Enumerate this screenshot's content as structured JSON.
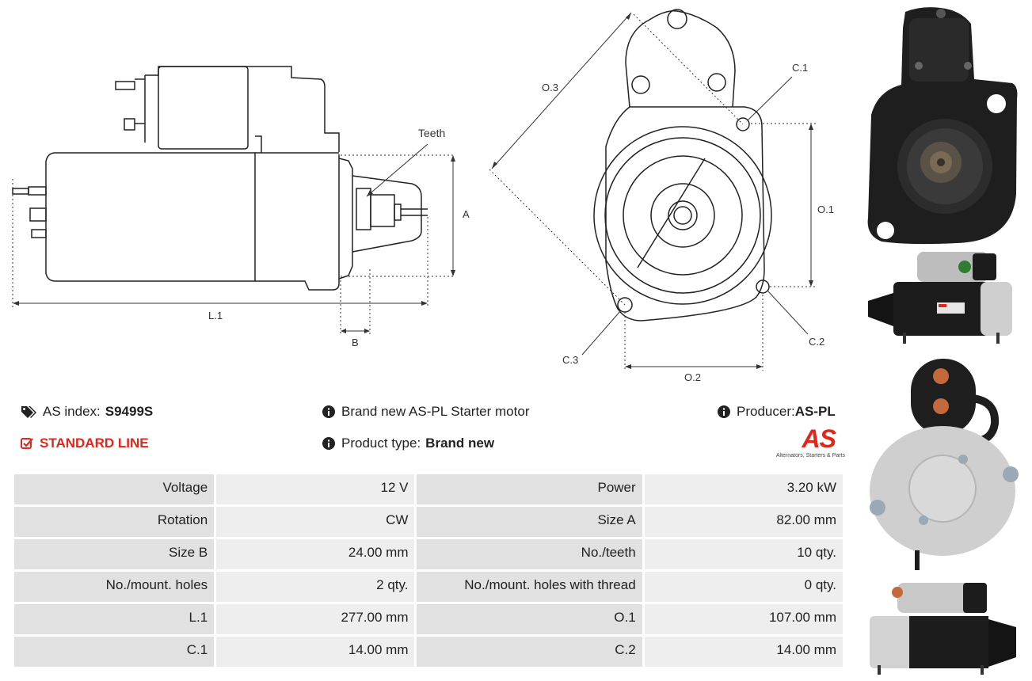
{
  "drawing": {
    "labels": {
      "teeth": "Teeth",
      "a": "A",
      "b": "B",
      "l1": "L.1",
      "o1": "O.1",
      "o2": "O.2",
      "o3": "O.3",
      "c1": "C.1",
      "c2": "C.2",
      "c3": "C.3"
    }
  },
  "info": {
    "as_index_label": "AS index:",
    "as_index_value": "S9499S",
    "line": "STANDARD LINE",
    "description": "Brand new AS-PL Starter motor",
    "product_type_label": "Product type:",
    "product_type_value": "Brand new",
    "producer_label": "Producer:",
    "producer_value": "AS-PL",
    "logo_text": "AS",
    "logo_tagline": "Alternators, Starters & Parts"
  },
  "specs": [
    [
      {
        "label": "Voltage",
        "value": "12 V"
      },
      {
        "label": "Power",
        "value": "3.20 kW"
      }
    ],
    [
      {
        "label": "Rotation",
        "value": "CW"
      },
      {
        "label": "Size A",
        "value": "82.00 mm"
      }
    ],
    [
      {
        "label": "Size B",
        "value": "24.00 mm"
      },
      {
        "label": "No./teeth",
        "value": "10 qty."
      }
    ],
    [
      {
        "label": "No./mount. holes",
        "value": "2 qty."
      },
      {
        "label": "No./mount. holes with thread",
        "value": "0 qty."
      }
    ],
    [
      {
        "label": "L.1",
        "value": "277.00 mm"
      },
      {
        "label": "O.1",
        "value": "107.00 mm"
      }
    ],
    [
      {
        "label": "C.1",
        "value": "14.00 mm"
      },
      {
        "label": "C.2",
        "value": "14.00 mm"
      }
    ]
  ],
  "colors": {
    "accent_red": "#e1261c",
    "label_cell": "#e1e1e1",
    "value_cell": "#eeeeee",
    "motor_dark": "#1c1c1c",
    "motor_silver": "#c8c8c8"
  }
}
